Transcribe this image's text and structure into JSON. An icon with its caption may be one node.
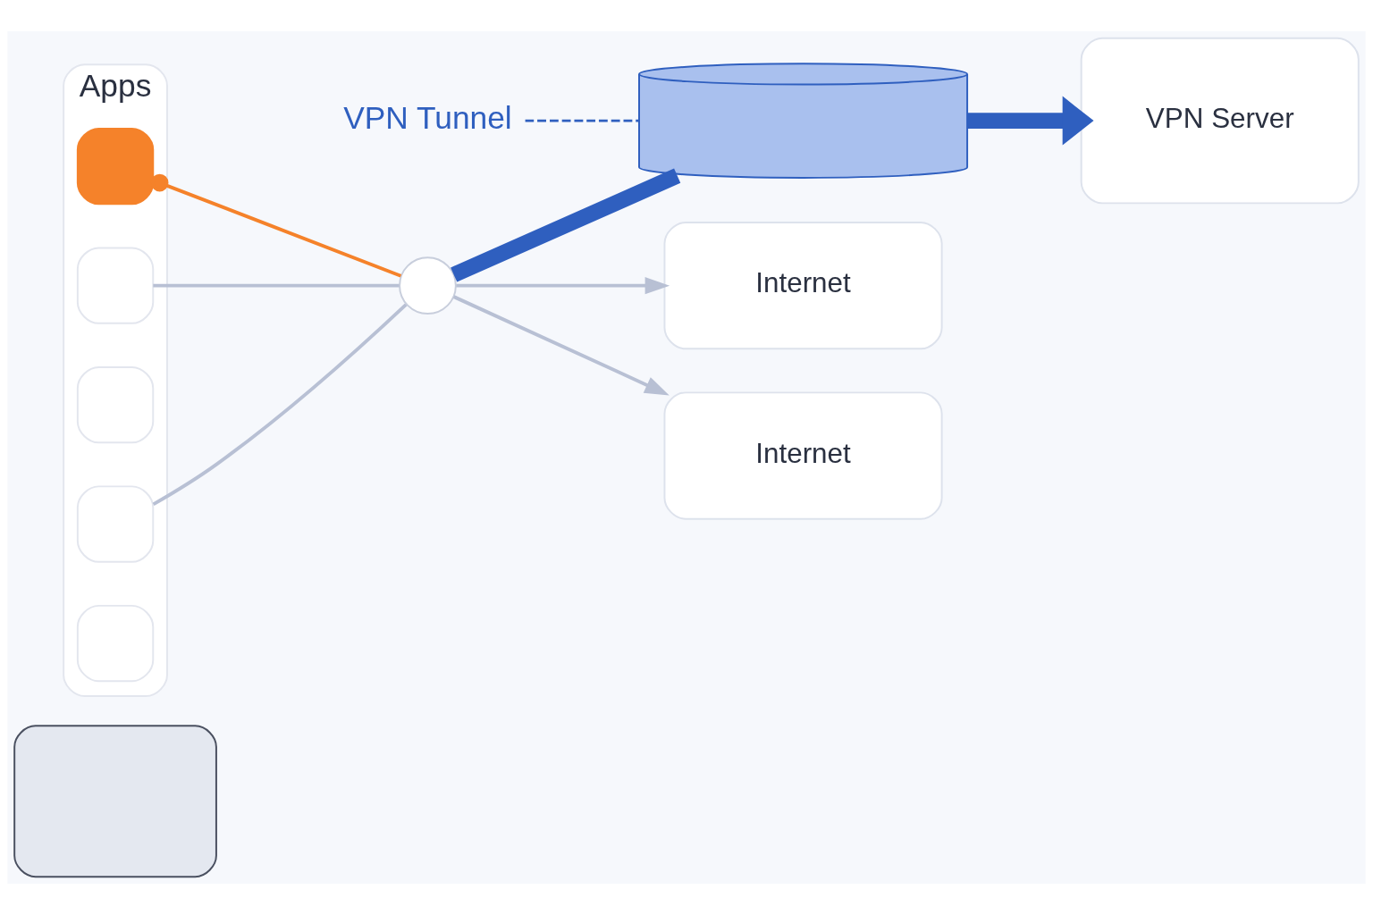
{
  "diagram": {
    "nodes": [
      {
        "text": [],
        "shape": "box"
      },
      {
        "text": [
          "Apps"
        ]
      },
      {
        "text": [],
        "shape": "box",
        "in": 1
      },
      {
        "text": [],
        "shape": "box",
        "in": 1
      },
      {
        "text": [],
        "shape": "box",
        "in": 1
      },
      {
        "text": [],
        "shape": "box",
        "in": 1
      },
      {
        "text": [],
        "shape": "box",
        "in": 1
      },
      {
        "text": [],
        "shape": "circle"
      },
      {
        "text": [
          "VPN Tunnel"
        ]
      },
      {
        "text": [],
        "shape": "cylinder"
      },
      {
        "text": [
          "VPN Server"
        ]
      },
      {
        "text": [
          "Internet"
        ]
      },
      {
        "text": [
          "Internet"
        ]
      }
    ],
    "edges": [
      {
        "from": 2,
        "to": 7,
        "arrow": "other",
        "color": "#f5822a"
      },
      {
        "from": 3,
        "to": 7,
        "arrow": "none"
      },
      {
        "from": 5,
        "to": 7,
        "arrow": "none"
      },
      {
        "from": 7,
        "to": 9,
        "arrow": "none",
        "style": "thick",
        "color": "#2f5fbf"
      },
      {
        "from": 9,
        "to": 10,
        "arrow": "to",
        "style": "thick",
        "color": "#2f5fbf"
      },
      {
        "from": 7,
        "to": 11,
        "arrow": "to"
      },
      {
        "from": 7,
        "to": 12,
        "arrow": "to"
      },
      {
        "from": 8,
        "to": 9,
        "arrow": "none",
        "style": "dashed",
        "color": "#2f5fbf"
      }
    ]
  }
}
